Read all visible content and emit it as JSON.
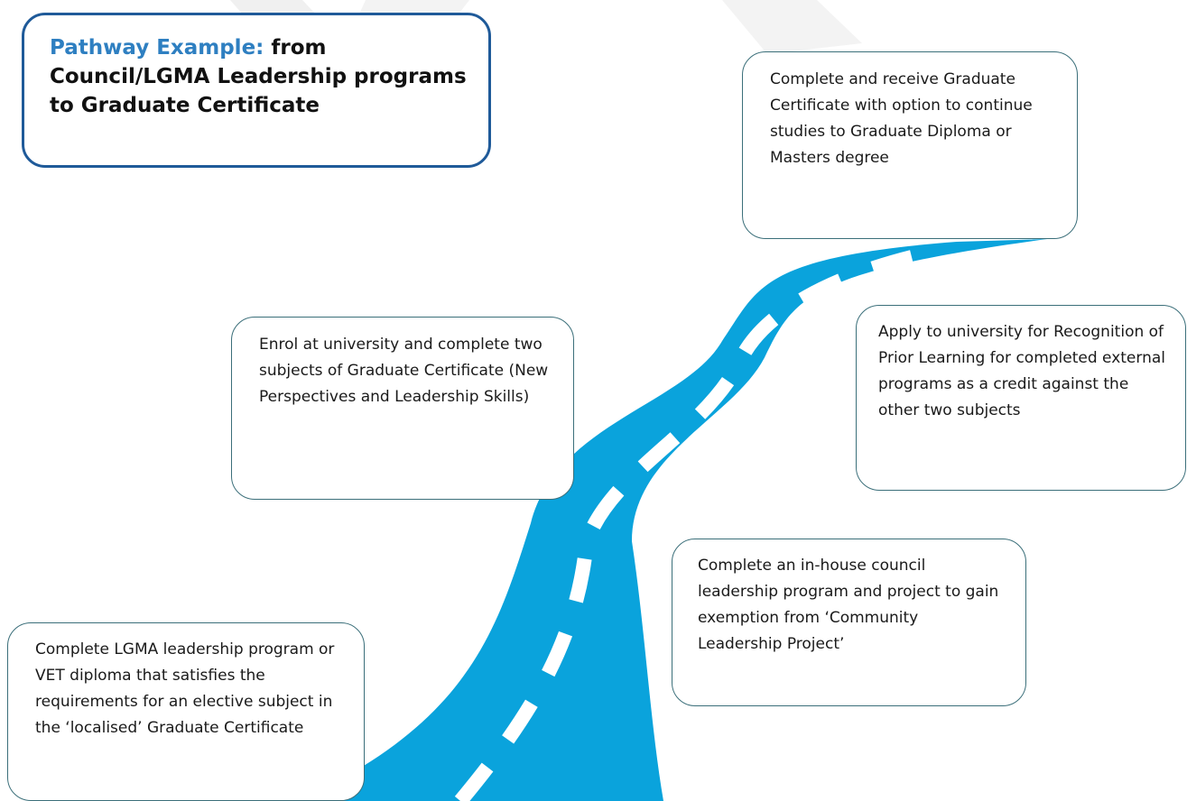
{
  "title": {
    "accent": "Pathway Example:",
    "rest": "from Council/LGMA Leadership programs to Graduate Certificate"
  },
  "steps": [
    {
      "id": "step-1",
      "text": "Complete LGMA leadership program or VET diploma that satisfies the requirements for an elective subject in the ‘localised’ Graduate Certificate"
    },
    {
      "id": "step-2",
      "text": "Complete an in-house council leadership program and project to gain exemption from ‘Community Leadership Project’"
    },
    {
      "id": "step-3",
      "text": "Apply to university for Recognition of Prior Learning for completed external programs as a credit against the other two subjects"
    },
    {
      "id": "step-4",
      "text": "Enrol at university and complete two subjects of Graduate Certificate (New Perspectives and Leadership Skills)"
    },
    {
      "id": "step-5",
      "text": "Complete and receive Graduate Certificate with option to continue studies to Graduate Diploma or Masters degree"
    }
  ],
  "colors": {
    "road": "#0aa3dc",
    "road_markings": "#ffffff",
    "title_border": "#1f5a99",
    "title_accent": "#2e7fc1",
    "box_border": "#3b6f7a"
  }
}
